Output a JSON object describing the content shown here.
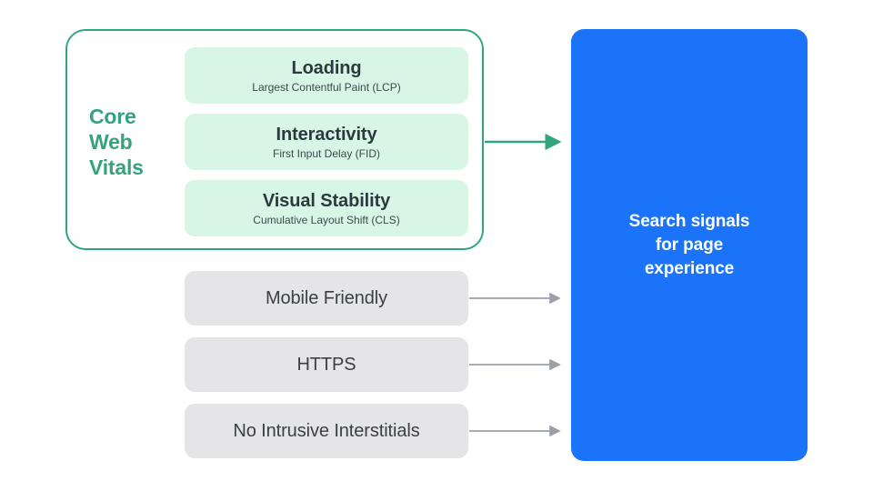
{
  "core_web_vitals": {
    "label": "Core Web Vitals",
    "label_lines": [
      "Core",
      "Web",
      "Vitals"
    ],
    "border_color": "#2FA67C",
    "label_color": "#34A27B",
    "card_fill": "#D7F6E5",
    "metrics": [
      {
        "title": "Loading",
        "subtitle": "Largest Contentful Paint (LCP)"
      },
      {
        "title": "Interactivity",
        "subtitle": "First Input Delay (FID)"
      },
      {
        "title": "Visual Stability",
        "subtitle": "Cumulative Layout Shift (CLS)"
      }
    ]
  },
  "other_signals": {
    "card_fill": "#E5E5E7",
    "text_color": "#3C4043",
    "items": [
      {
        "label": "Mobile Friendly"
      },
      {
        "label": "HTTPS"
      },
      {
        "label": "No Intrusive Interstitials"
      }
    ]
  },
  "outcome": {
    "text": "Search signals\nfor page\nexperience",
    "fill": "#1A73F8",
    "text_color": "#FFFFFF"
  },
  "connectors": {
    "core_web_vitals_arrow_color": "#2FA67C",
    "signal_arrow_color": "#9AA0A6"
  }
}
